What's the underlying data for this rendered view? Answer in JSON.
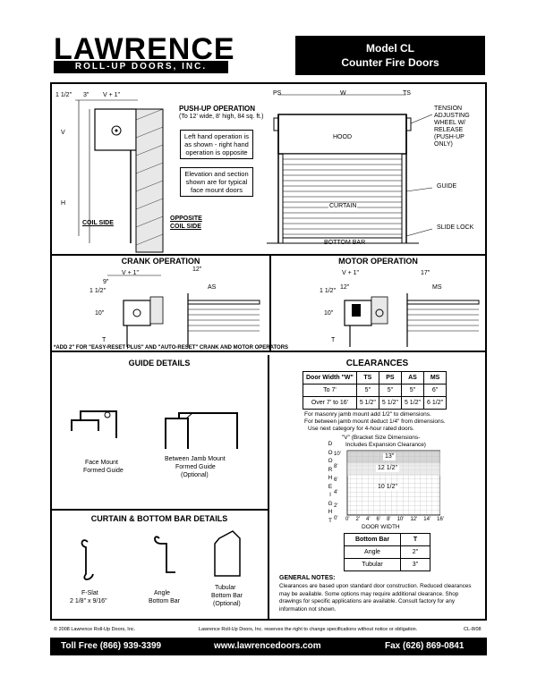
{
  "header": {
    "logo_main": "LAWRENCE",
    "logo_sub": "ROLL-UP DOORS, INC.",
    "model_line1": "Model CL",
    "model_line2": "Counter Fire Doors"
  },
  "push_up": {
    "title": "PUSH-UP OPERATION",
    "subtitle": "(To 12' wide, 8' high, 84 sq. ft.)",
    "note1": "Left hand operation is as shown - right hand operation is opposite",
    "note2": "Elevation and section shown are for typical face mount doors",
    "dim_1_5": "1 1/2\"",
    "dim_3": "3\"",
    "dim_v1": "V + 1\"",
    "dim_v": "V",
    "dim_h": "H",
    "coil_side": "COIL SIDE",
    "opposite_coil_side": "OPPOSITE COIL SIDE",
    "dim_ps": "PS",
    "dim_w": "W",
    "dim_ts": "TS",
    "hood": "HOOD",
    "curtain": "CURTAIN",
    "bottom_bar": "BOTTOM BAR",
    "tension_wheel": "TENSION ADJUSTING WHEEL W/ RELEASE (PUSH-UP ONLY)",
    "guide": "GUIDE",
    "slide_lock": "SLIDE LOCK"
  },
  "crank": {
    "title": "CRANK OPERATION",
    "dim_v1": "V + 1\"",
    "dim_9": "9\"",
    "dim_12": "12\"",
    "dim_as": "AS",
    "dim_1_5": "1 1/2\"",
    "dim_10": "10\"",
    "dim_t": "T"
  },
  "motor": {
    "title": "MOTOR OPERATION",
    "dim_v1": "V + 1\"",
    "dim_12": "12\"",
    "dim_17": "17\"",
    "dim_ms": "MS",
    "dim_1_5": "1 1/2\"",
    "dim_10": "10\"",
    "dim_t": "T"
  },
  "add_note": "*ADD 2\" FOR \"EASY-RESET PLUS\" AND \"AUTO-RESET\" CRANK AND MOTOR OPERATORS",
  "guide_details": {
    "title": "GUIDE DETAILS",
    "face_mount": "Face Mount",
    "face_mount_sub": "Formed Guide",
    "between_jamb": "Between Jamb Mount",
    "between_jamb_sub1": "Formed Guide",
    "between_jamb_sub2": "(Optional)"
  },
  "curtain_details": {
    "title": "CURTAIN & BOTTOM BAR DETAILS",
    "fslat": "F-Slat",
    "fslat_size": "2 1/8\" x 9/16\"",
    "angle": "Angle",
    "angle_sub": "Bottom Bar",
    "tubular": "Tubular",
    "tubular_sub": "Bottom Bar",
    "tubular_opt": "(Optional)"
  },
  "clearances": {
    "title": "CLEARANCES",
    "headers": [
      "Door Width \"W\"",
      "TS",
      "PS",
      "AS",
      "MS"
    ],
    "rows": [
      [
        "To 7'",
        "5\"",
        "5\"",
        "5\"",
        "6\""
      ],
      [
        "Over 7' to 16'",
        "5 1/2\"",
        "5 1/2\"",
        "5 1/2\"",
        "6 1/2\""
      ]
    ],
    "note1": "For masonry jamb mount add 1/2\" to dimensions.",
    "note2": "For between jamb mount deduct 1/4\" from dimensions.",
    "note3": "Use next category for 4-hour rated doors.",
    "chart_title1": "\"V\" (Bracket Size Dimensions-",
    "chart_title2": "Includes Expansion Clearance)",
    "y_label": "DOOR HEIGHT",
    "x_label": "DOOR WIDTH",
    "y_ticks": [
      "10'",
      "8'",
      "6'",
      "4'",
      "2'",
      "0'"
    ],
    "x_ticks": [
      "0'",
      "2'",
      "4'",
      "6'",
      "8'",
      "10'",
      "12'",
      "14'",
      "16'"
    ],
    "band_13": "13\"",
    "band_12": "12 1/2\"",
    "band_10": "10 1/2\""
  },
  "bottom_bar_table": {
    "headers": [
      "Bottom Bar",
      "T"
    ],
    "rows": [
      [
        "Angle",
        "2\""
      ],
      [
        "Tubular",
        "3\""
      ]
    ]
  },
  "general_notes": {
    "title": "GENERAL NOTES:",
    "text": "Clearances are based upon standard door construction. Reduced clearances may be available. Some options may require additional clearance. Shop drawings for specific applications are available. Consult factory for any information not shown."
  },
  "copyright": {
    "left": "© 2008 Lawrence Roll-Up Doors, Inc.",
    "middle": "Lawrence Roll-Up Doors, Inc. reserves the right to change specifications without notice or obligation.",
    "right": "CL-8/08"
  },
  "footer": {
    "phone": "Toll Free (866) 939-3399",
    "web": "www.lawrencedoors.com",
    "fax": "Fax (626) 869-0841"
  }
}
